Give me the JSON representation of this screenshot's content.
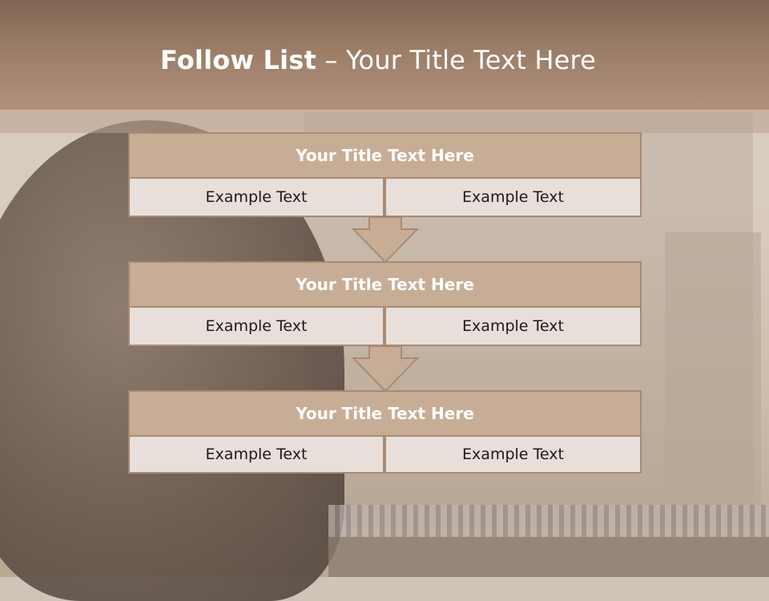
{
  "slide": {
    "title_bold": "Follow List",
    "title_rest": " – Your Title Text Here"
  },
  "steps": [
    {
      "title": "Your Title Text Here",
      "left": "Example Text",
      "right": "Example Text"
    },
    {
      "title": "Your Title Text Here",
      "left": "Example Text",
      "right": "Example Text"
    },
    {
      "title": "Your Title Text Here",
      "left": "Example Text",
      "right": "Example Text"
    }
  ],
  "colors": {
    "header": "#9b7d68",
    "title_box": "#c8ad96",
    "cell_box": "#e8dfda",
    "border": "#a88a74"
  },
  "icons": [
    "down-arrow-icon",
    "down-arrow-icon"
  ]
}
